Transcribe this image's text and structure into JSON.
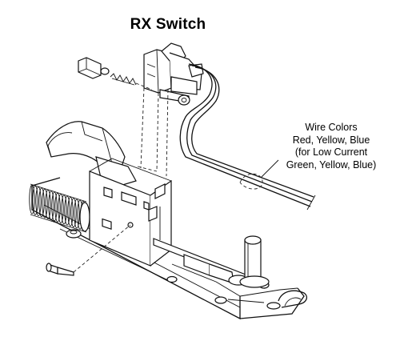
{
  "title": "RX Switch",
  "callout": {
    "lines": [
      "Wire  Colors",
      "Red, Yellow, Blue",
      "(for Low Current",
      "Green, Yellow, Blue)"
    ]
  },
  "colors": {
    "ink": "#111111",
    "background": "#ffffff",
    "shading": "#d9d9d9"
  }
}
